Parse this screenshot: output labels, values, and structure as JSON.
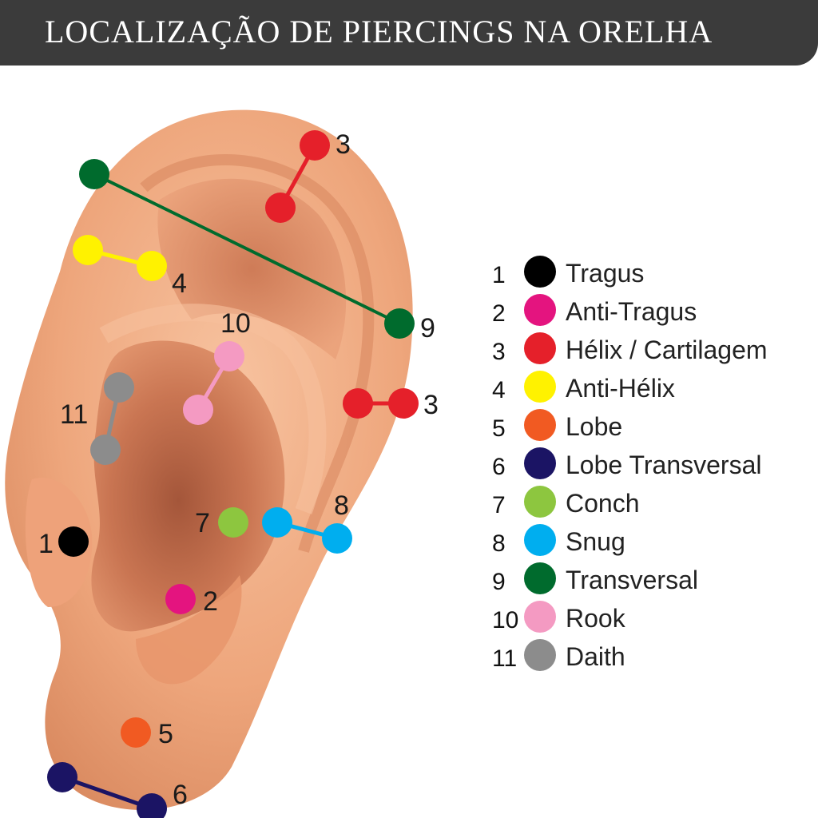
{
  "header": {
    "title": "LOCALIZAÇÃO DE PIERCINGS NA ORELHA"
  },
  "colors": {
    "header_bg": "#3b3b3b",
    "skin": "#f2ae86",
    "skin_dark": "#d78560"
  },
  "legend": [
    {
      "number": "1",
      "label": "Tragus",
      "color": "#000000"
    },
    {
      "number": "2",
      "label": "Anti-Tragus",
      "color": "#e4147f"
    },
    {
      "number": "3",
      "label": "Hélix / Cartilagem",
      "color": "#e5202a"
    },
    {
      "number": "4",
      "label": "Anti-Hélix",
      "color": "#fff200"
    },
    {
      "number": "5",
      "label": "Lobe",
      "color": "#f15a22"
    },
    {
      "number": "6",
      "label": "Lobe Transversal",
      "color": "#1b1464"
    },
    {
      "number": "7",
      "label": "Conch",
      "color": "#8dc63f"
    },
    {
      "number": "8",
      "label": "Snug",
      "color": "#00aeef"
    },
    {
      "number": "9",
      "label": "Transversal",
      "color": "#006b2d"
    },
    {
      "number": "10",
      "label": "Rook",
      "color": "#f49ac2"
    },
    {
      "number": "11",
      "label": "Daith",
      "color": "#8c8c8c"
    }
  ],
  "diagram_labels": {
    "helix_top": "3",
    "anti_helix": "4",
    "transversal": "9",
    "rook": "10",
    "helix_side": "3",
    "daith": "11",
    "snug": "8",
    "conch": "7",
    "tragus": "1",
    "anti_tragus": "2",
    "lobe": "5",
    "lobe_transversal": "6"
  }
}
